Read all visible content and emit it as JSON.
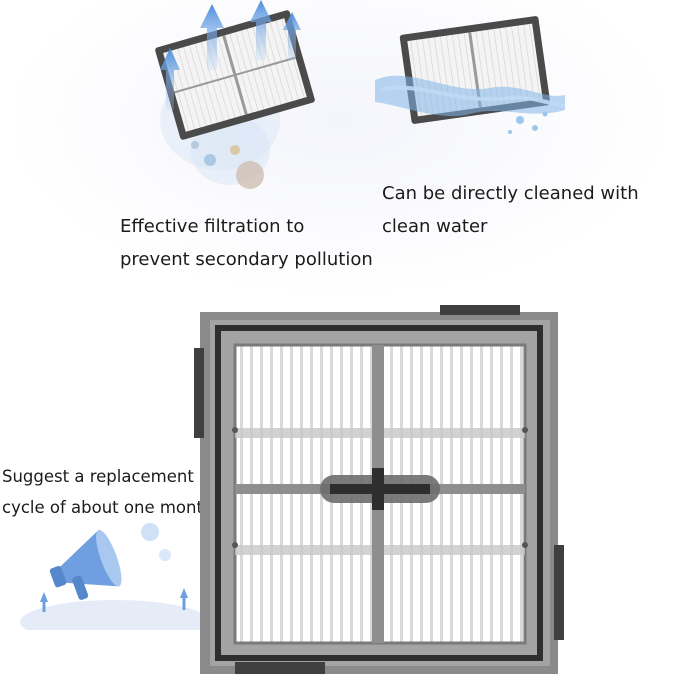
{
  "features": {
    "filtration": {
      "line1": "Effective filtration to",
      "line2": "prevent secondary pollution",
      "icon": "filter-airflow-illustration"
    },
    "washable": {
      "line1": "Can be directly cleaned with",
      "line2": "clean water",
      "icon": "filter-water-illustration"
    },
    "replacement": {
      "line1": "Suggest a replacement",
      "line2": "cycle of about one month",
      "icon": "megaphone-icon"
    }
  },
  "product": {
    "icon": "hepa-filter-image"
  },
  "colors": {
    "frame": "#555555",
    "frame_light": "#8a8a8a",
    "pleat": "#f2f2f2",
    "airflow": "#4f8fde",
    "water": "#7fb4e8",
    "megaphone": "#6f9fe0"
  }
}
